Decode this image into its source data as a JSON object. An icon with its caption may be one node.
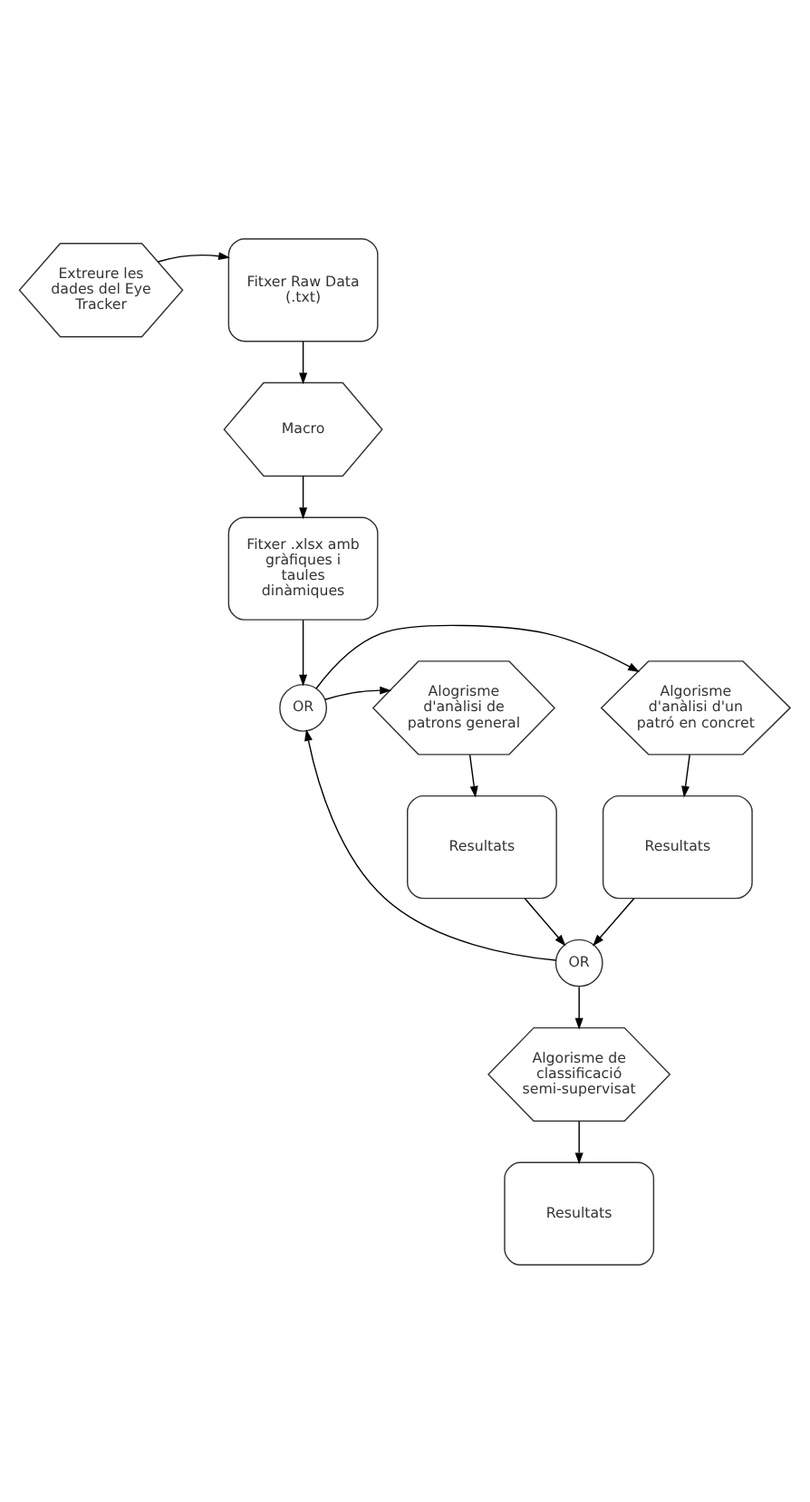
{
  "diagram": {
    "nodes": [
      {
        "text": [
          "Extreure les dades del Eye Tracker"
        ]
      },
      {
        "text": [
          "Fitxer Raw Data (.txt)"
        ]
      },
      {
        "text": [
          "Macro"
        ]
      },
      {
        "text": [
          "Fitxer .xlsx amb gràfiques i taules dinàmiques"
        ]
      },
      {
        "text": [
          "OR"
        ]
      },
      {
        "text": [
          "Alogrisme d'anàlisi de patrons general"
        ]
      },
      {
        "text": [
          "Algorisme d'anàlisi d'un patró en concret"
        ]
      },
      {
        "text": [
          "Resultats"
        ]
      },
      {
        "text": [
          "Resultats"
        ]
      },
      {
        "text": [
          "OR"
        ]
      },
      {
        "text": [
          "Algorisme de classificació semi-supervisat"
        ]
      },
      {
        "text": [
          "Resultats"
        ]
      }
    ],
    "edges": [
      {
        "from": 0,
        "to": 1,
        "arrow": "to"
      },
      {
        "from": 1,
        "to": 2,
        "arrow": "to"
      },
      {
        "from": 2,
        "to": 3,
        "arrow": "to"
      },
      {
        "from": 3,
        "to": 4,
        "arrow": "to"
      },
      {
        "from": 4,
        "to": 5,
        "arrow": "to"
      },
      {
        "from": 4,
        "to": 6,
        "arrow": "to"
      },
      {
        "from": 5,
        "to": 7,
        "arrow": "to"
      },
      {
        "from": 6,
        "to": 8,
        "arrow": "to"
      },
      {
        "from": 7,
        "to": 9,
        "arrow": "to"
      },
      {
        "from": 8,
        "to": 9,
        "arrow": "to"
      },
      {
        "from": 9,
        "to": 4,
        "arrow": "to"
      },
      {
        "from": 9,
        "to": 10,
        "arrow": "to"
      },
      {
        "from": 10,
        "to": 11,
        "arrow": "to"
      }
    ]
  }
}
